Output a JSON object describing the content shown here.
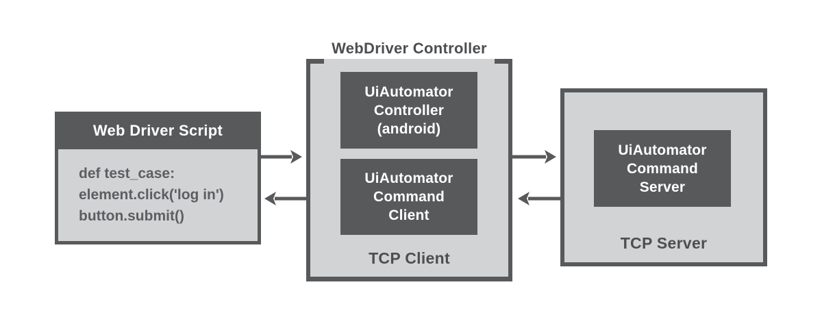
{
  "colors": {
    "dark": "#58595b",
    "light": "#d1d3d4",
    "white": "#ffffff",
    "title_text": "#4d4e50",
    "code_text": "#5d5e61"
  },
  "script_box": {
    "title": "Web Driver Script",
    "code_lines": [
      "def test_case:",
      "element.click('log in')",
      "button.submit()"
    ]
  },
  "controller": {
    "title": "WebDriver Controller",
    "nodes": {
      "controller_android": [
        "UiAutomator",
        "Controller",
        "(android)"
      ],
      "command_client": [
        "UiAutomator",
        "Command",
        "Client"
      ]
    },
    "footer": "TCP Client"
  },
  "server": {
    "nodes": {
      "command_server": [
        "UiAutomator",
        "Command",
        "Server"
      ]
    },
    "footer": "TCP Server"
  },
  "arrows": [
    {
      "name": "script-to-controller",
      "direction": "right"
    },
    {
      "name": "controller-to-script",
      "direction": "left"
    },
    {
      "name": "controller-to-server",
      "direction": "right"
    },
    {
      "name": "server-to-controller",
      "direction": "left"
    }
  ]
}
